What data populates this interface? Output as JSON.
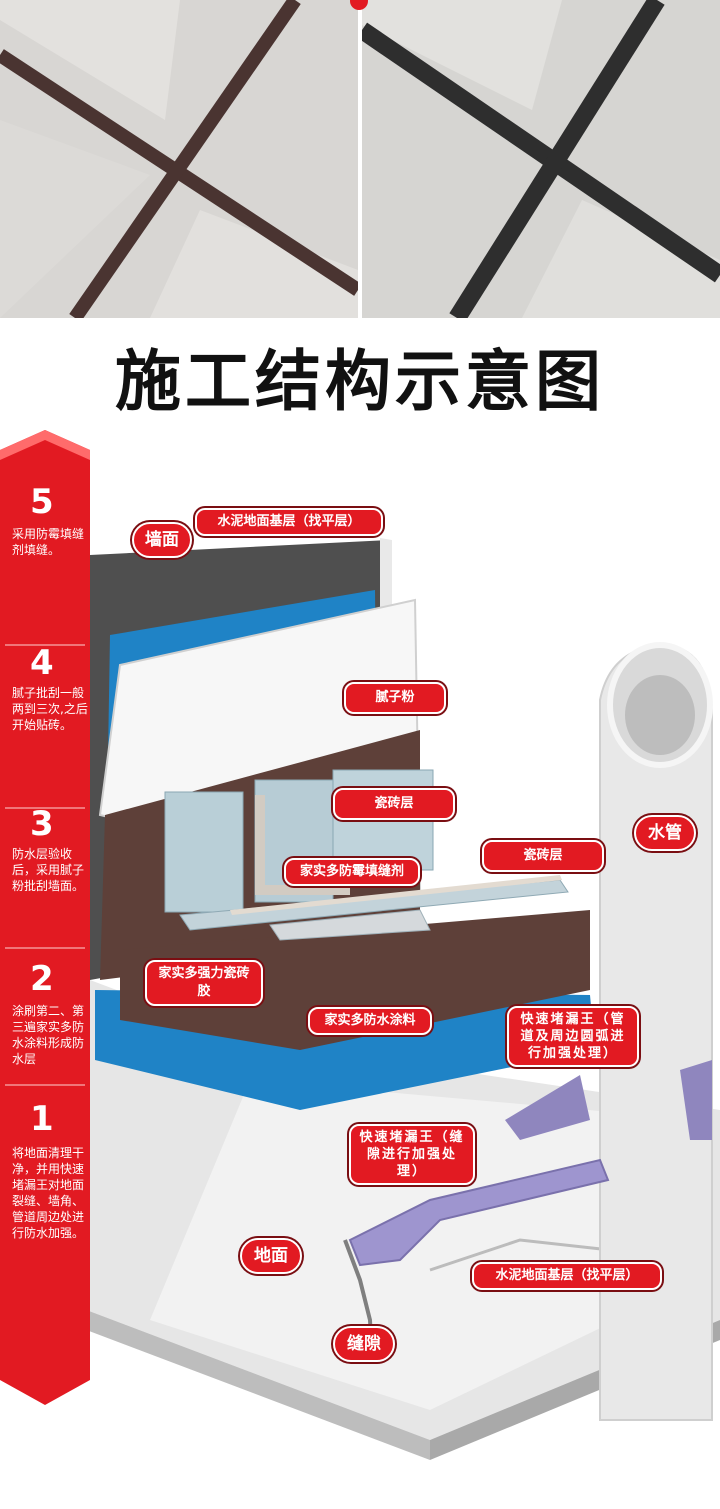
{
  "title": "施工结构示意图",
  "colors": {
    "accent": "#e21a22",
    "blue_layer": "#1f83c6",
    "brown_layer": "#5e4039",
    "grout_left": "#4a3431",
    "grout_right": "#2e2e2e"
  },
  "steps": [
    {
      "num": "5",
      "text": "采用防霉填缝剂填缝。"
    },
    {
      "num": "4",
      "text": "腻子批刮一般两到三次,之后开始贴砖。"
    },
    {
      "num": "3",
      "text": "防水层验收后，采用腻子粉批刮墙面。"
    },
    {
      "num": "2",
      "text": "涂刷第二、第三遍家实多防水涂料形成防水层"
    },
    {
      "num": "1",
      "text": "将地面清理干净，并用快速堵漏王对地面裂缝、墙角、管道周边处进行防水加强。"
    }
  ],
  "labels": {
    "wall_base": "水泥地面基层（找平层）",
    "putty": "腻子粉",
    "tile_wall": "瓷砖层",
    "tile_floor": "瓷砖层",
    "grout": "家实多防霉填缝剂",
    "tile_adhesive": "家实多强力瓷砖胶",
    "waterproof": "家实多防水涂料",
    "plug_pipe": "快速堵漏王（管道及周边圆弧进行加强处理）",
    "plug_gap": "快速堵漏王（缝隙进行加强处理）",
    "floor_base": "水泥地面基层（找平层）"
  },
  "bubbles": {
    "wall": "墙面",
    "pipe": "水管",
    "floor": "地面",
    "gap": "缝隙"
  }
}
